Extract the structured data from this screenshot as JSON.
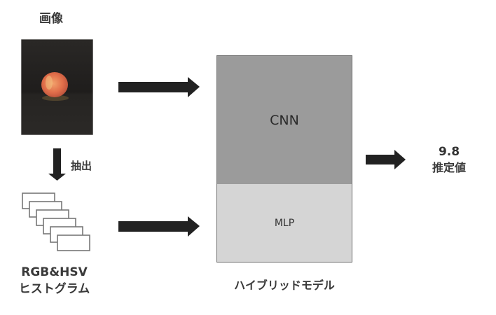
{
  "input_image": {
    "title": "画像",
    "icon": "peach-photo"
  },
  "extraction": {
    "label": "抽出",
    "icon": "arrow-down"
  },
  "histogram": {
    "line1": "RGB&HSV",
    "line2": "ヒストグラム",
    "icon": "stacked-histogram-cards",
    "card_count": 6
  },
  "model": {
    "cnn_label": "CNN",
    "mlp_label": "MLP",
    "caption": "ハイブリッドモデル"
  },
  "output": {
    "value": "9.8",
    "label": "推定値"
  },
  "colors": {
    "arrow": "#222222",
    "cnn_fill": "#9b9b9b",
    "mlp_fill": "#d5d5d5",
    "border": "#6e6e6e"
  }
}
